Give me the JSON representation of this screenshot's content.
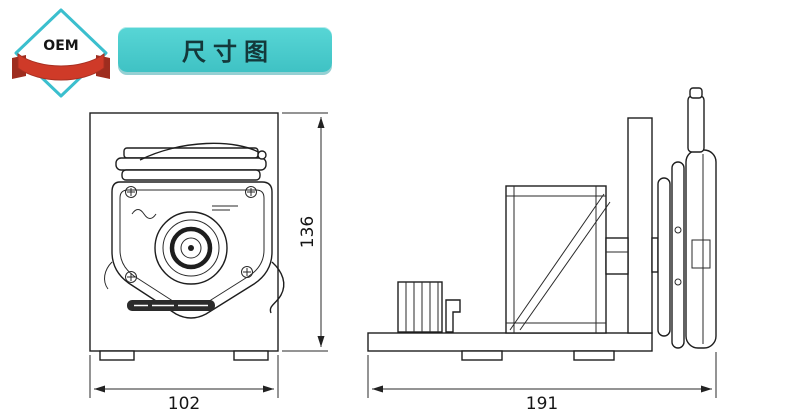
{
  "badge": {
    "label": "OEM",
    "border_color": "#3bbfce",
    "ribbon_color": "#cf3a28"
  },
  "banner": {
    "title": "尺寸图",
    "background": "#47cbcb",
    "text_color": "#14383a"
  },
  "drawing": {
    "type": "technical-dimension-drawing",
    "subject": "peristaltic pump",
    "front_view": {
      "height_label": "136",
      "width_label": "102"
    },
    "side_view": {
      "width_label": "191"
    },
    "line_color": "#222222"
  }
}
